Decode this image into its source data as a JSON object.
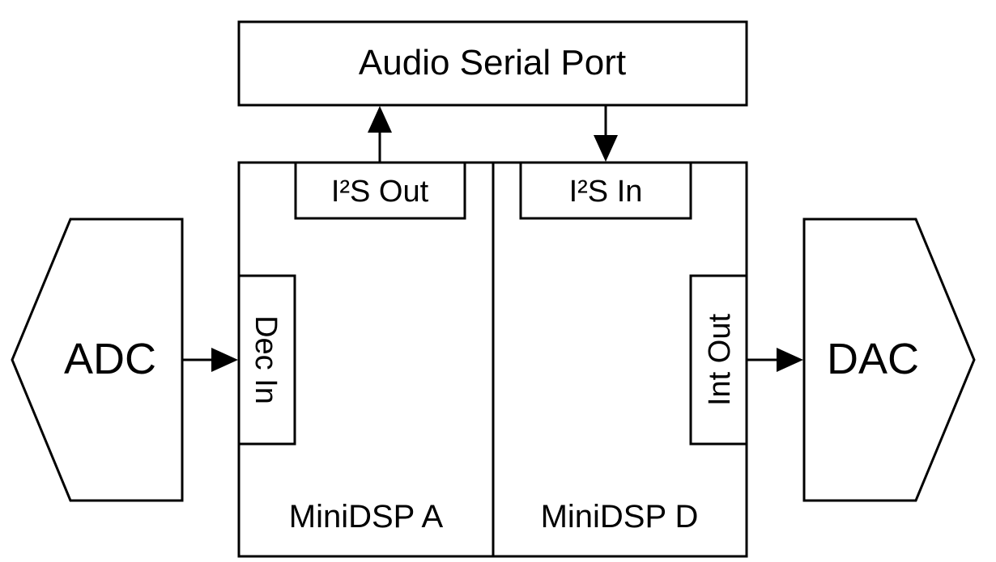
{
  "blocks": {
    "serial_port": "Audio Serial Port",
    "i2s_out": "I²S Out",
    "i2s_in": "I²S In",
    "adc": "ADC",
    "dac": "DAC",
    "dec_in": "Dec In",
    "int_out": "Int Out",
    "minidsp_a": "MiniDSP A",
    "minidsp_d": "MiniDSP D"
  },
  "colors": {
    "stroke": "#000000",
    "background": "#ffffff"
  }
}
